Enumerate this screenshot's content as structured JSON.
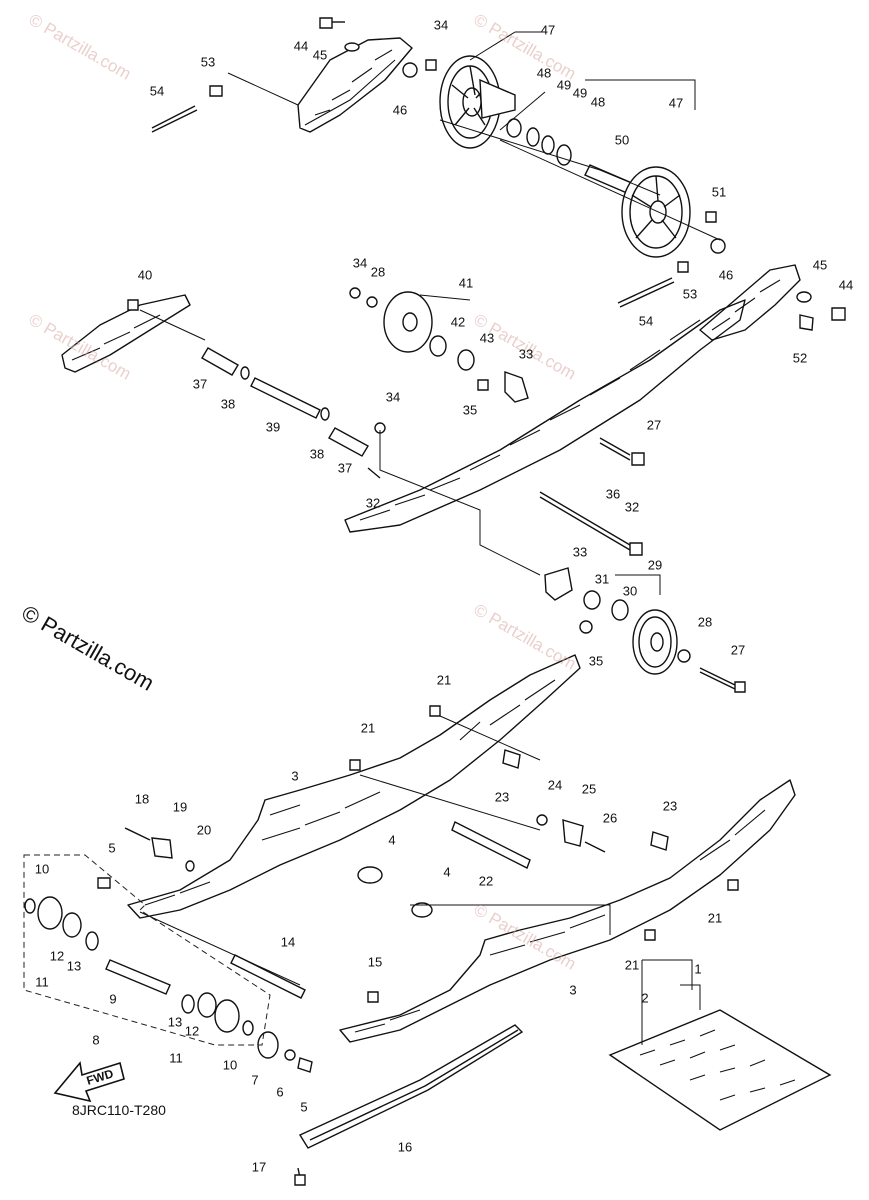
{
  "watermark": {
    "main": "© Partzilla.com",
    "faint": "© Partzilla.com"
  },
  "diagram_code": "8JRC110-T280",
  "fwd_label": "FWD",
  "callouts": [
    "1",
    "2",
    "3",
    "3",
    "4",
    "4",
    "5",
    "5",
    "6",
    "7",
    "8",
    "9",
    "10",
    "10",
    "11",
    "11",
    "12",
    "12",
    "13",
    "13",
    "14",
    "15",
    "16",
    "17",
    "18",
    "19",
    "20",
    "21",
    "21",
    "21",
    "21",
    "22",
    "23",
    "23",
    "24",
    "25",
    "26",
    "27",
    "27",
    "28",
    "28",
    "29",
    "30",
    "31",
    "32",
    "32",
    "33",
    "33",
    "34",
    "34",
    "34",
    "35",
    "35",
    "36",
    "37",
    "37",
    "38",
    "38",
    "39",
    "40",
    "41",
    "42",
    "43",
    "44",
    "44",
    "45",
    "45",
    "46",
    "46",
    "47",
    "47",
    "48",
    "48",
    "49",
    "49",
    "50",
    "51",
    "52",
    "53",
    "53",
    "54",
    "54"
  ]
}
